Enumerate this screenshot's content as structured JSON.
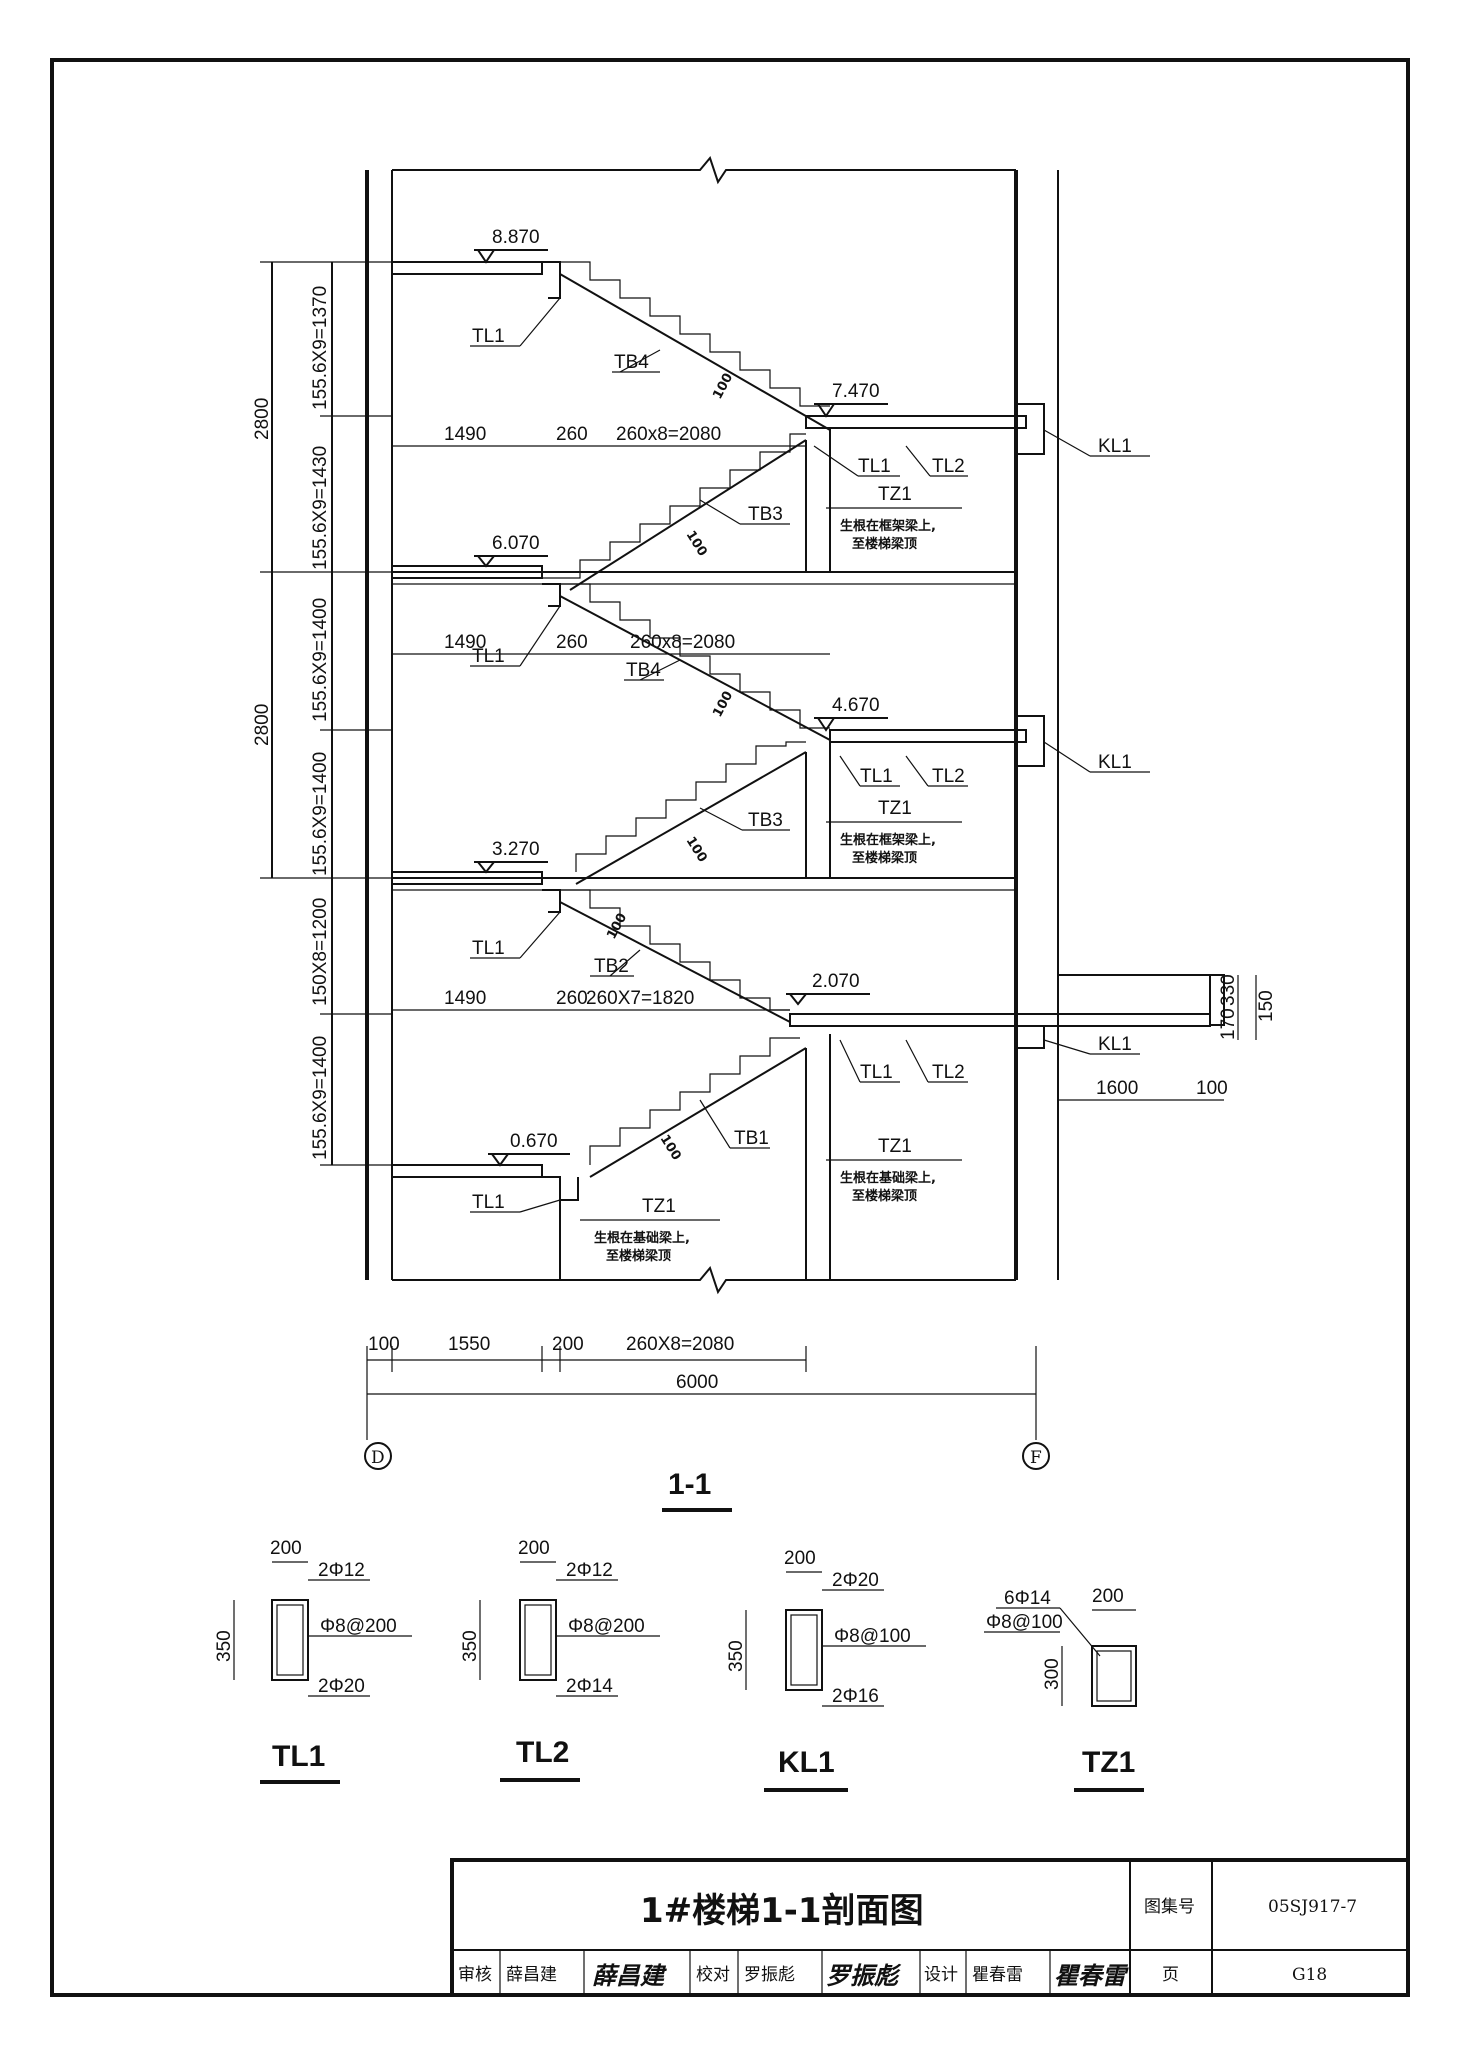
{
  "section": {
    "title": "1-1",
    "elevations": [
      "8.870",
      "7.470",
      "6.070",
      "4.670",
      "3.270",
      "2.070",
      "0.670"
    ],
    "labels": {
      "tl1": "TL1",
      "tl2": "TL2",
      "kl1": "KL1",
      "tz1": "TZ1",
      "tb1": "TB1",
      "tb2": "TB2",
      "tb3": "TB3",
      "tb4": "TB4",
      "thick": "100"
    },
    "notes": {
      "frame": [
        "生根在框架梁上,",
        "至楼梯梁顶"
      ],
      "foundation": [
        "生根在基础梁上,",
        "至楼梯梁顶"
      ]
    },
    "dims": {
      "left_total_1": "2800",
      "left_total_2": "2800",
      "left_a": "155.6X9=1370",
      "left_b": "155.6X9=1430",
      "left_c": "155.6X9=1400",
      "left_d": "155.6X9=1400",
      "left_e": "150X8=1200",
      "left_f": "155.6X9=1400",
      "h1490": "1490",
      "h260": "260",
      "h260x8": "260x8=2080",
      "h260x8b": "260x8=2080",
      "h260x7": "260X7=1820",
      "b100": "100",
      "b1550": "1550",
      "b200": "200",
      "b260x8": "260X8=2080",
      "b6000": "6000",
      "r1600": "1600",
      "r100": "100",
      "r330": "330",
      "r170": "170",
      "r150": "150"
    },
    "axes": [
      "D",
      "F"
    ]
  },
  "details": [
    {
      "name": "TL1",
      "width": "200",
      "height": "350",
      "top": "2Φ12",
      "stirrup": "Φ8@200",
      "bottom": "2Φ20"
    },
    {
      "name": "TL2",
      "width": "200",
      "height": "350",
      "top": "2Φ12",
      "stirrup": "Φ8@200",
      "bottom": "2Φ14"
    },
    {
      "name": "KL1",
      "width": "200",
      "height": "350",
      "top": "2Φ20",
      "stirrup": "Φ8@100",
      "bottom": "2Φ16"
    },
    {
      "name": "TZ1",
      "width": "200",
      "height": "300",
      "top": "6Φ14",
      "stirrup": "Φ8@100"
    }
  ],
  "titleblock": {
    "title": "1#楼梯1-1剖面图",
    "atlas_label": "图集号",
    "atlas_no": "05SJ917-7",
    "page_label": "页",
    "page_no": "G18",
    "review_label": "审核",
    "review_name": "薛昌建",
    "check_label": "校对",
    "check_name": "罗振彪",
    "design_label": "设计",
    "design_name": "瞿春雷",
    "sig_review": "薛昌建",
    "sig_check": "罗振彪",
    "sig_design": "瞿春雷"
  }
}
